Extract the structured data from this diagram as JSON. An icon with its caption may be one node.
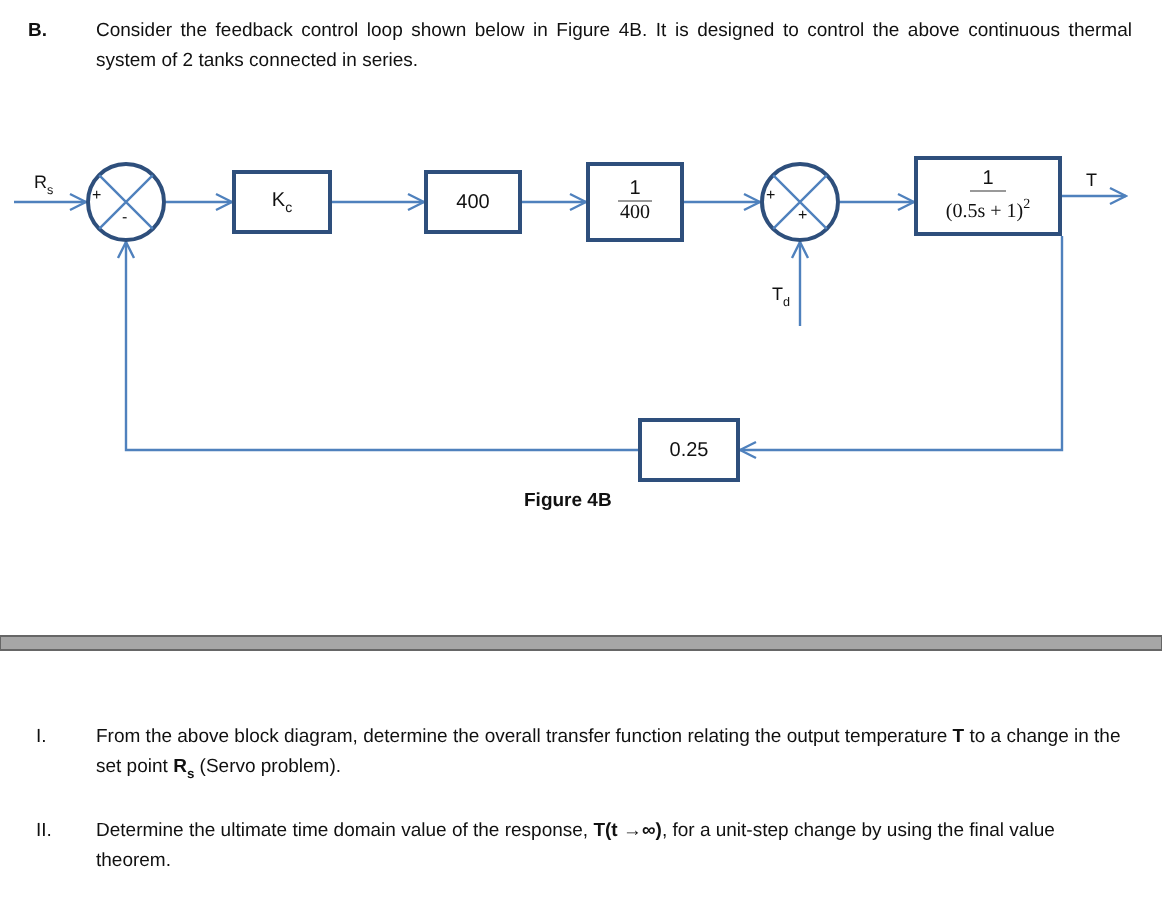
{
  "diagram": {
    "nodes": [
      {
        "text": [
          "+",
          "-"
        ]
      },
      {
        "text": [
          "K$_{c}$"
        ]
      },
      {
        "text": [
          "400"
        ]
      },
      {
        "text": [
          "1",
          "400"
        ]
      },
      {
        "text": [
          "+",
          "+"
        ]
      },
      {
        "text": [
          "1",
          "(0.5s + 1)$^{2}$"
        ]
      },
      {
        "text": [
          "0.25"
        ]
      }
    ],
    "edges": [
      {
        "from": null,
        "to": 0,
        "arrow": "to",
        "label": "R$_{s}$"
      },
      {
        "from": 0,
        "to": 1,
        "arrow": "to"
      },
      {
        "from": 1,
        "to": 2,
        "arrow": "to"
      },
      {
        "from": 2,
        "to": 3,
        "arrow": "to"
      },
      {
        "from": 3,
        "to": 4,
        "arrow": "to"
      },
      {
        "from": 4,
        "to": 5,
        "arrow": "to"
      },
      {
        "from": 5,
        "to": null,
        "arrow": "to",
        "label": "T"
      },
      {
        "from": null,
        "to": 4,
        "arrow": "to",
        "label": "T$_{d}$"
      },
      {
        "from": 5,
        "to": 6,
        "arrow": "to"
      },
      {
        "from": 6,
        "to": 0,
        "arrow": "to"
      }
    ],
    "labels": [
      "B.",
      "Consider the feedback control loop shown below in Figure 4B. It is designed to control the above continuous thermal system of 2 tanks connected in series.",
      "Figure 4B",
      "I.",
      "From the above block diagram, determine the overall transfer function relating the output temperature **T** to a change in the set point **R$_{s}$** (Servo problem).",
      "II.",
      "Determine the ultimate time domain value of the response, **T(t →∞)**, for a unit-step change by using the final value theorem."
    ]
  }
}
